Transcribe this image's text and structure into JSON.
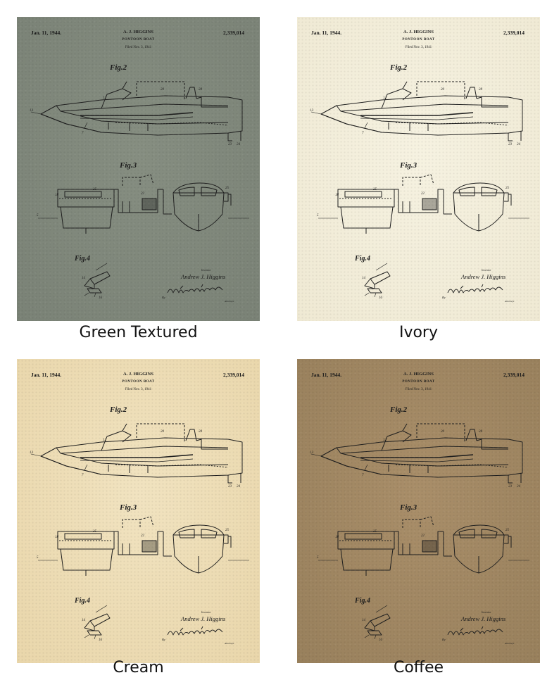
{
  "patent": {
    "date": "Jan. 11, 1944.",
    "inventor_name": "A. J. HIGGINS",
    "title": "PONTOON BOAT",
    "filed": "Filed Nov. 3, 1941",
    "number": "2,339,014",
    "fig2_label": "Fig.2",
    "fig3_label": "Fig.3",
    "fig4_label": "Fig.4",
    "inventor_caption": "Inventor",
    "inventor_signature": "Andrew J. Higgins",
    "by_label": "By",
    "attorneys_caption": "Attorneys"
  },
  "variants": [
    {
      "name": "Green Textured",
      "bg": "#868e81",
      "bg2": "#7a8276"
    },
    {
      "name": "Ivory",
      "bg": "#f6f2e1",
      "bg2": "#efe9d3"
    },
    {
      "name": "Cream",
      "bg": "#f1e3c0",
      "bg2": "#e9d6aa"
    },
    {
      "name": "Coffee",
      "bg": "#a98e69",
      "bg2": "#98805c"
    }
  ]
}
